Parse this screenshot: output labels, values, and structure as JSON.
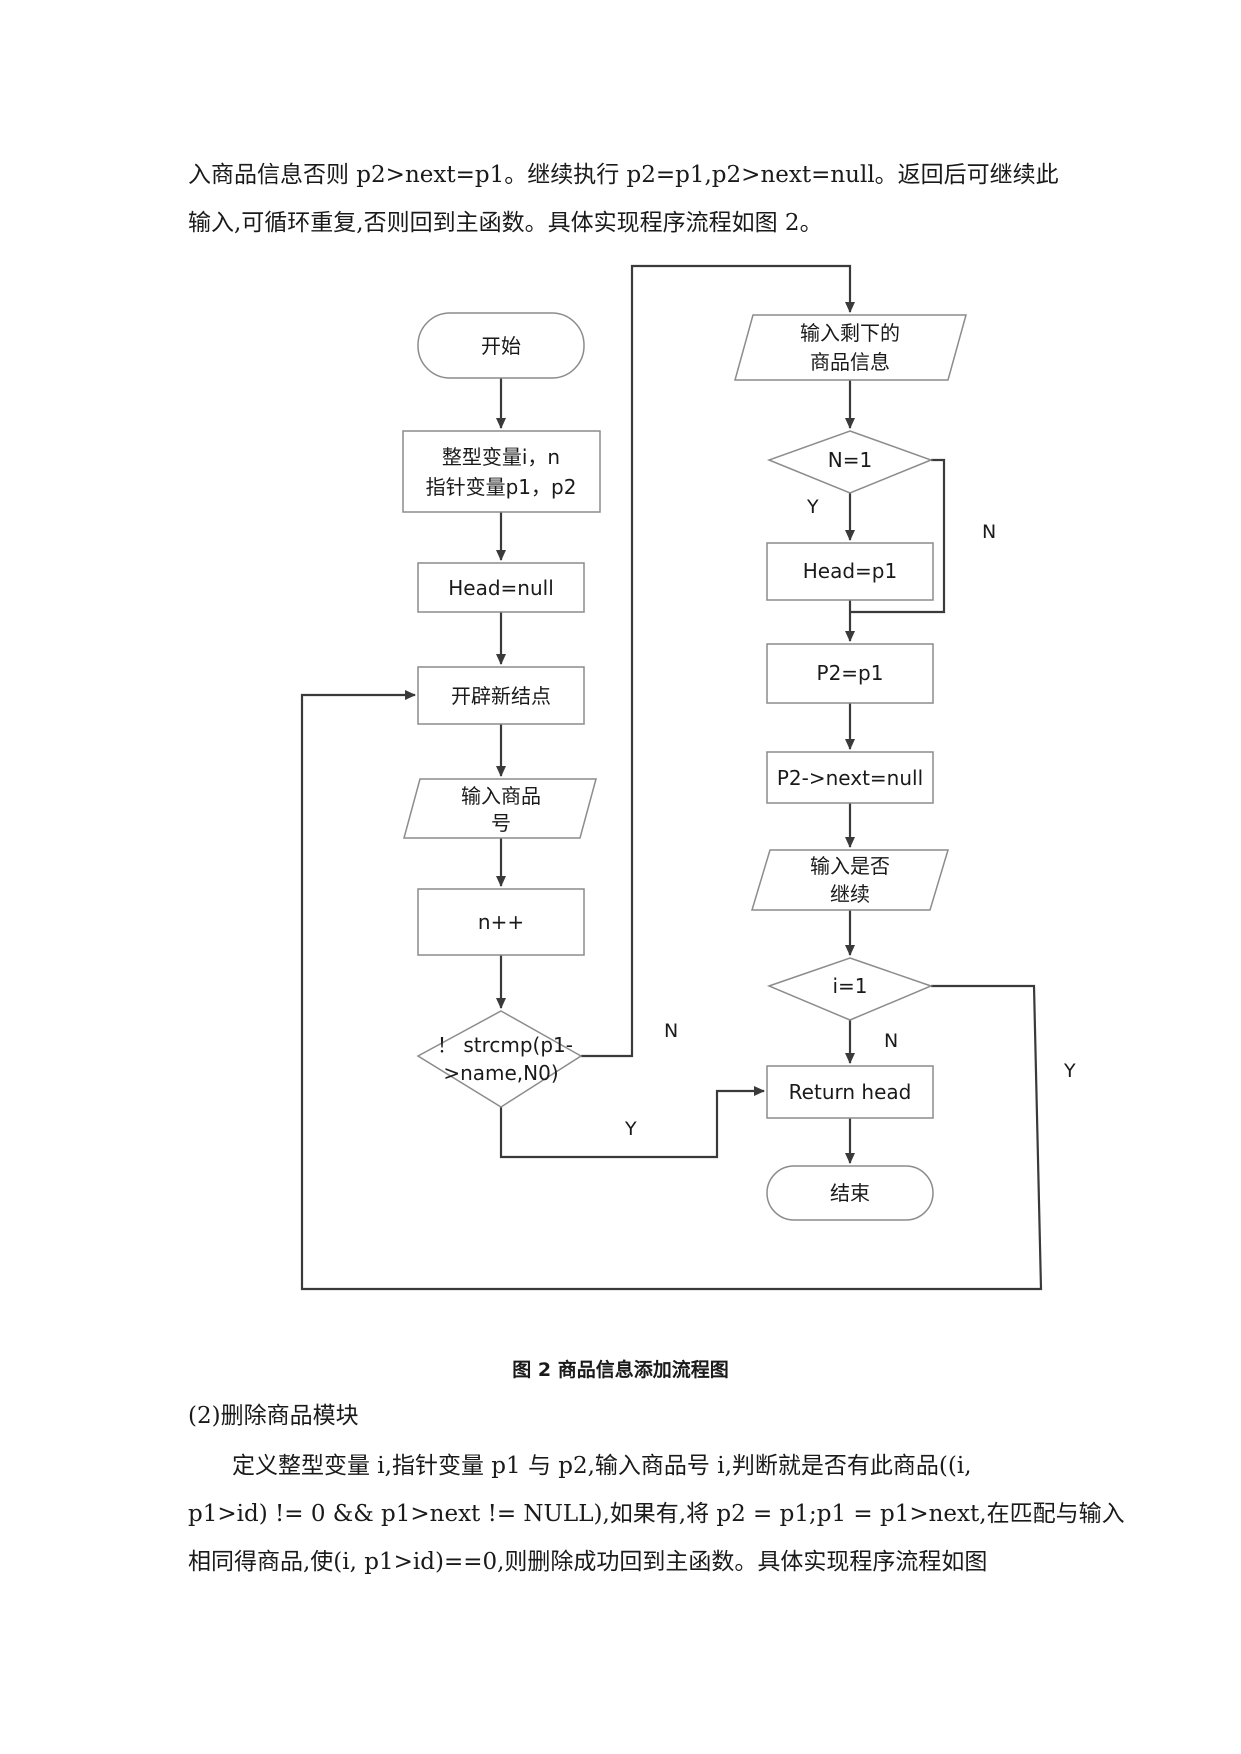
{
  "intro_lines": [
    "入商品信息否则 p2>next=p1。继续执行 p2=p1,p2>next=null。返回后可继续此",
    "输入,可循环重复,否则回到主函数。具体实现程序流程如图 2。"
  ],
  "flowchart": {
    "start": "开始",
    "declare_line1": "整型变量i，n",
    "declare_line2": "指针变量p1，p2",
    "head_null": "Head=null",
    "new_node": "开辟新结点",
    "input_id_line1": "输入商品",
    "input_id_line2": "号",
    "n_inc": "n++",
    "strcmp_line1": "！ strcmp(p1-",
    "strcmp_line2": ">name,N0)",
    "strcmp_no": "N",
    "strcmp_yes": "Y",
    "input_rest_line1": "输入剩下的",
    "input_rest_line2": "商品信息",
    "n_eq_1": "N=1",
    "n_eq_1_yes": "Y",
    "n_eq_1_no": "N",
    "head_p1": "Head=p1",
    "p2_p1": "P2=p1",
    "p2_next_null": "P2->next=null",
    "input_continue_line1": "输入是否",
    "input_continue_line2": "继续",
    "i_eq_1": "i=1",
    "i_eq_1_no": "N",
    "i_eq_1_yes": "Y",
    "return_head": "Return head",
    "end": "结束"
  },
  "caption": "图 2 商品信息添加流程图",
  "section_heading": "(2)删除商品模块",
  "body_lines": [
    "定义整型变量 i,指针变量 p1 与 p2,输入商品号 i,判断就是否有此商品((i,",
    "p1>id) != 0 && p1>next != NULL),如果有,将 p2 = p1;p1 = p1>next,在匹配与输入",
    "相同得商品,使(i, p1>id)==0,则删除成功回到主函数。具体实现程序流程如图"
  ]
}
